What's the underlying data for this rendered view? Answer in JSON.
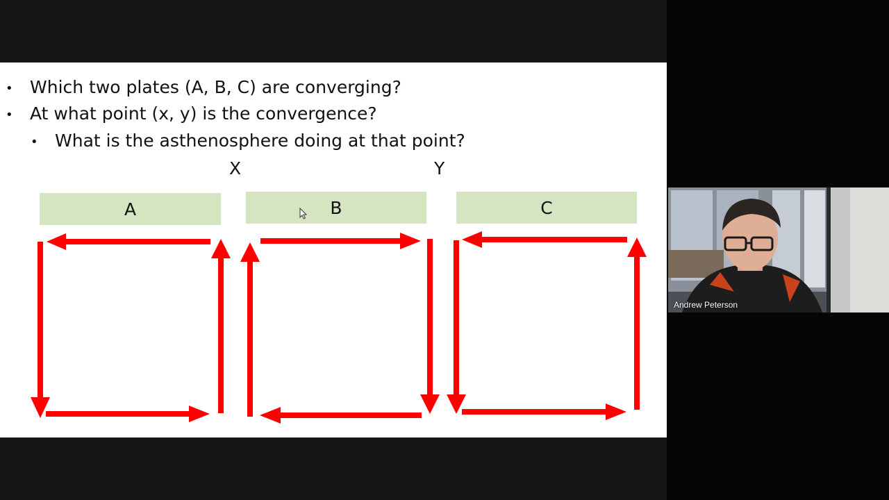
{
  "slide": {
    "bullets": [
      {
        "text": "Which two plates (A, B, C) are converging?",
        "level": 1
      },
      {
        "text": "At what point (x, y) is the convergence?",
        "level": 1
      },
      {
        "text": "What is the asthenosphere doing at that point?",
        "level": 2
      }
    ],
    "point_labels": {
      "x": "X",
      "y": "Y"
    },
    "plates": [
      "A",
      "B",
      "C"
    ],
    "colors": {
      "plate_fill": "#d6e5c1",
      "arrow": "#ff0000"
    }
  },
  "video": {
    "participant_name": "Andrew Peterson"
  }
}
